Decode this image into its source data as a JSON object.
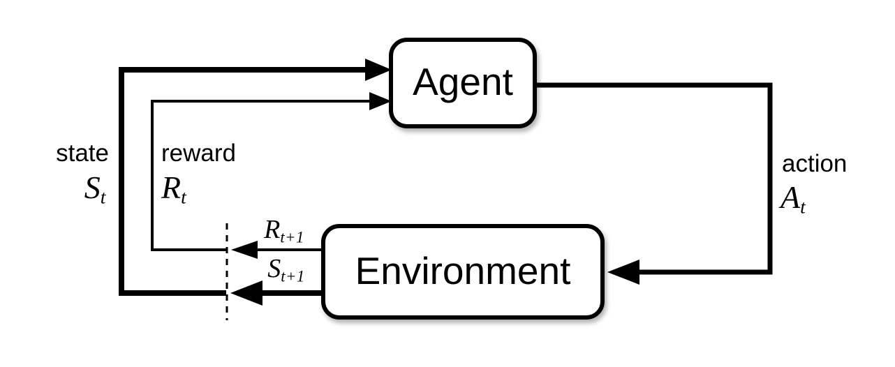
{
  "diagram": {
    "agent": {
      "label": "Agent"
    },
    "environment": {
      "label": "Environment"
    },
    "state_label": {
      "word": "state",
      "sym": "S",
      "sub": "t"
    },
    "reward_label": {
      "word": "reward",
      "sym": "R",
      "sub": "t"
    },
    "action_label": {
      "word": "action",
      "sym": "A",
      "sub": "t"
    },
    "next_reward_label": {
      "sym": "R",
      "sub": "t+1"
    },
    "next_state_label": {
      "sym": "S",
      "sub": "t+1"
    },
    "colors": {
      "line": "#000000",
      "box_fill": "#ffffff",
      "background": "#ffffff"
    }
  }
}
